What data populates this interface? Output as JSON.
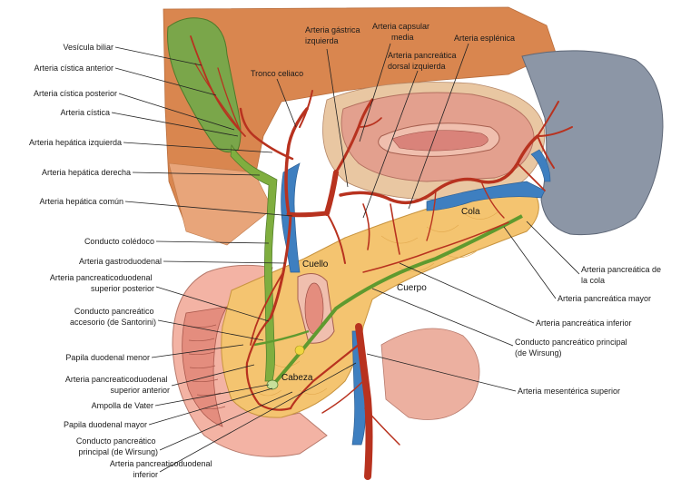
{
  "colors": {
    "liver": "#d9864f",
    "spleen": "#8c96a6",
    "stomach": "#e3a08e",
    "pancreas": "#f4c470",
    "duodenum": "#f3b3a4",
    "gallbladder": "#7aa64a",
    "artery": "#b8321f",
    "vein": "#3e7fc0",
    "duct": "#7fae3f"
  },
  "labels": {
    "vesicula_biliar": "Vesícula biliar",
    "arteria_cistica_anterior": "Arteria cística anterior",
    "arteria_cistica_posterior": "Arteria cística posterior",
    "arteria_cistica": "Arteria cística",
    "arteria_hepatica_izquierda": "Arteria hepática izquierda",
    "arteria_hepatica_derecha": "Arteria hepática derecha",
    "arteria_hepatica_comun": "Arteria hepática común",
    "conducto_coledoco": "Conducto colédoco",
    "arteria_gastroduodenal": "Arteria gastroduodenal",
    "arteria_pd_sup_post_1": "Arteria pancreaticoduodenal",
    "arteria_pd_sup_post_2": "superior posterior",
    "santorini_1": "Conducto pancreático",
    "santorini_2": "accesorio (de Santorini)",
    "papila_menor": "Papila duodenal menor",
    "arteria_pd_sup_ant_1": "Arteria pancreaticoduodenal",
    "arteria_pd_sup_ant_2": "superior anterior",
    "ampolla_vater": "Ampolla de Vater",
    "papila_mayor": "Papila duodenal mayor",
    "wirsung_left_1": "Conducto pancreático",
    "wirsung_left_2": "principal (de Wirsung)",
    "arteria_pd_inf_1": "Arteria pancreaticoduodenal",
    "arteria_pd_inf_2": "inferior",
    "tronco_celiaco": "Tronco celiaco",
    "arteria_gastrica_izq_1": "Arteria gástrica",
    "arteria_gastrica_izq_2": "izquierda",
    "arteria_capsular_1": "Arteria capsular",
    "arteria_capsular_2": "media",
    "arteria_pancreatica_dorsal_1": "Arteria pancreática",
    "arteria_pancreatica_dorsal_2": "dorsal izquierda",
    "arteria_esplenica": "Arteria esplénica",
    "arteria_pancreatica_cola_1": "Arteria pancreática de",
    "arteria_pancreatica_cola_2": "la cola",
    "arteria_pancreatica_mayor": "Arteria pancreática mayor",
    "arteria_pancreatica_inferior": "Arteria pancreática inferior",
    "wirsung_right_1": "Conducto pancreático principal",
    "wirsung_right_2": "(de Wirsung)",
    "arteria_mesenterica_superior": "Arteria mesentérica superior",
    "cola": "Cola",
    "cuello": "Cuello",
    "cuerpo": "Cuerpo",
    "cabeza": "Cabeza"
  }
}
